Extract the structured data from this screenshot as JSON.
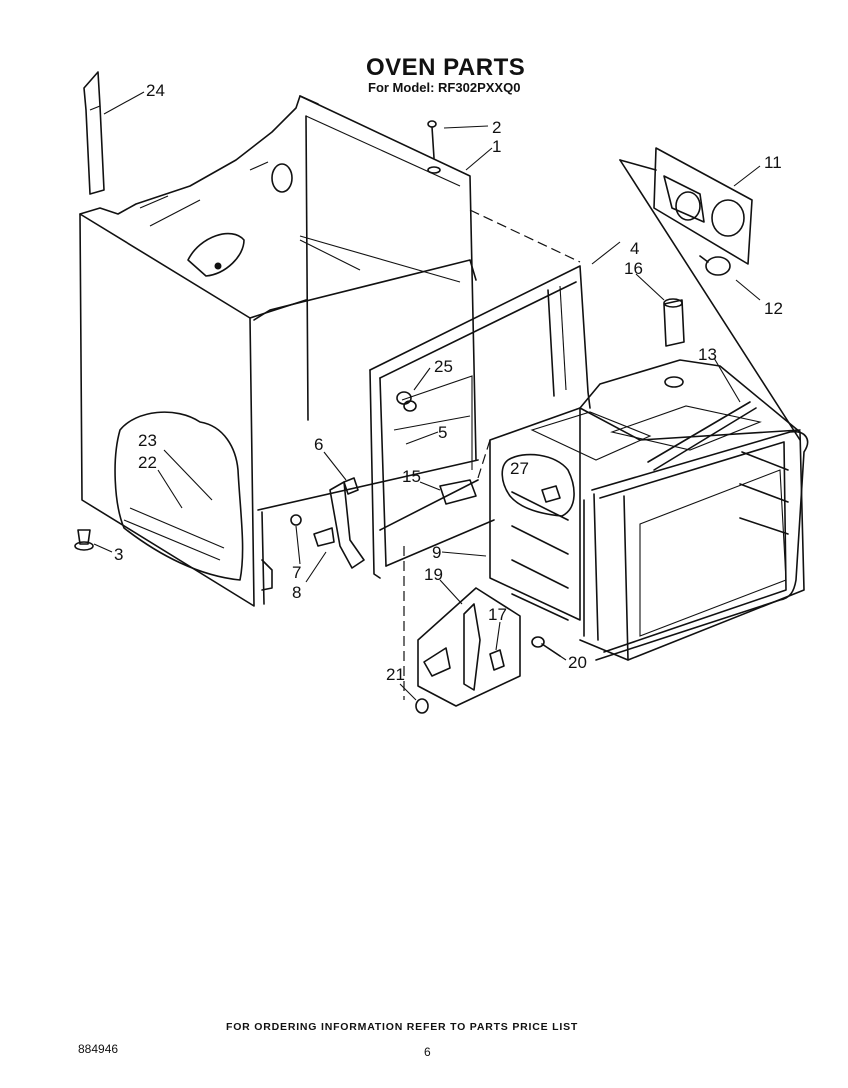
{
  "header": {
    "title": "OVEN PARTS",
    "model_line": "For Model: RF302PXXQ0"
  },
  "callouts": [
    "24",
    "2",
    "1",
    "11",
    "4",
    "16",
    "12",
    "13",
    "25",
    "5",
    "6",
    "15",
    "27",
    "23",
    "22",
    "3",
    "7",
    "8",
    "9",
    "19",
    "17",
    "20",
    "21"
  ],
  "footer": {
    "ordering_note": "FOR ORDERING INFORMATION REFER TO PARTS PRICE LIST",
    "document_number": "884946",
    "page_number": "6"
  }
}
